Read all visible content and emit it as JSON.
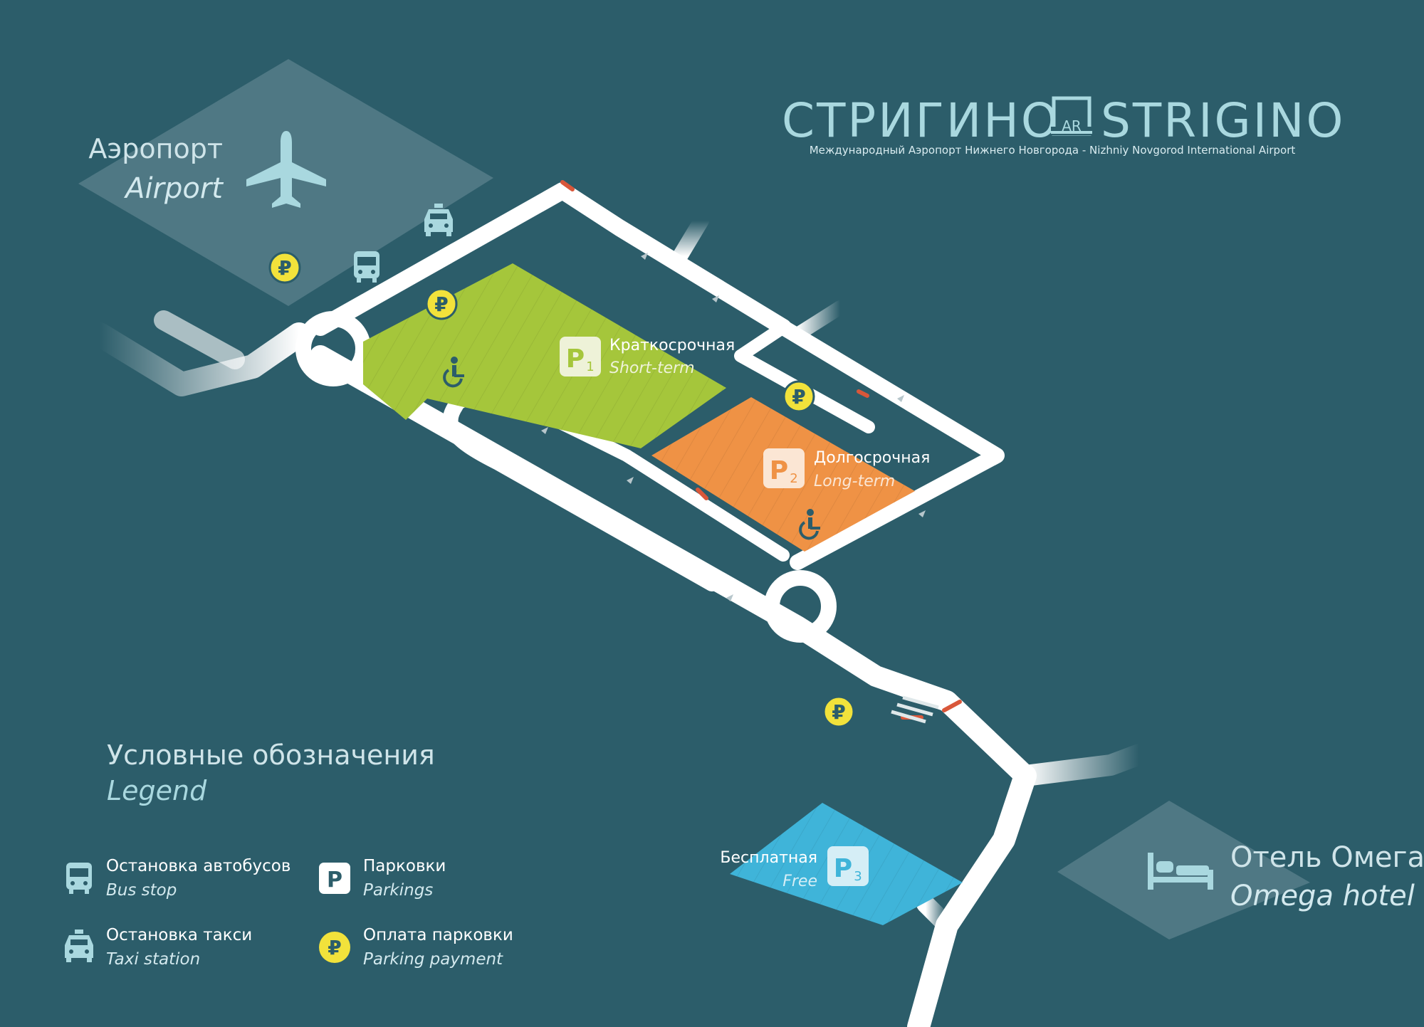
{
  "title": {
    "ru": "СТРИГИНО",
    "en": "STRIGINO",
    "logo_text": "AR",
    "subtitle": "Международный Аэропорт Нижнего Новгорода - Nizhniy Novgorod International Airport"
  },
  "airport": {
    "ru": "Аэропорт",
    "en": "Airport"
  },
  "hotel": {
    "ru": "Отель Омега",
    "en": "Omega hotel"
  },
  "parkings": [
    {
      "id": "P1",
      "letter": "P",
      "num": "1",
      "ru": "Краткосрочная",
      "en": "Short-term",
      "color": "#a5c63b"
    },
    {
      "id": "P2",
      "letter": "P",
      "num": "2",
      "ru": "Долгосрочная",
      "en": "Long-term",
      "color": "#ef9245"
    },
    {
      "id": "P3",
      "letter": "P",
      "num": "3",
      "ru": "Бесплатная",
      "en": "Free",
      "color": "#3fb4d9"
    }
  ],
  "payment_symbol": "₽",
  "legend": {
    "title_ru": "Условные обозначения",
    "title_en": "Legend",
    "items": [
      {
        "icon": "bus-icon",
        "ru": "Остановка автобусов",
        "en": "Bus stop"
      },
      {
        "icon": "taxi-icon",
        "ru": "Остановка такси",
        "en": "Taxi station"
      },
      {
        "icon": "parking-icon",
        "letter": "P",
        "ru": "Парковки",
        "en": "Parkings"
      },
      {
        "icon": "ruble-icon",
        "ru": "Оплата парковки",
        "en": "Parking payment"
      }
    ]
  },
  "colors": {
    "background": "#2c5d6a",
    "road": "#ffffff",
    "payment_yellow": "#f2e23b",
    "zone_gray": "#4f7884",
    "icon_light": "#a9d8df"
  }
}
